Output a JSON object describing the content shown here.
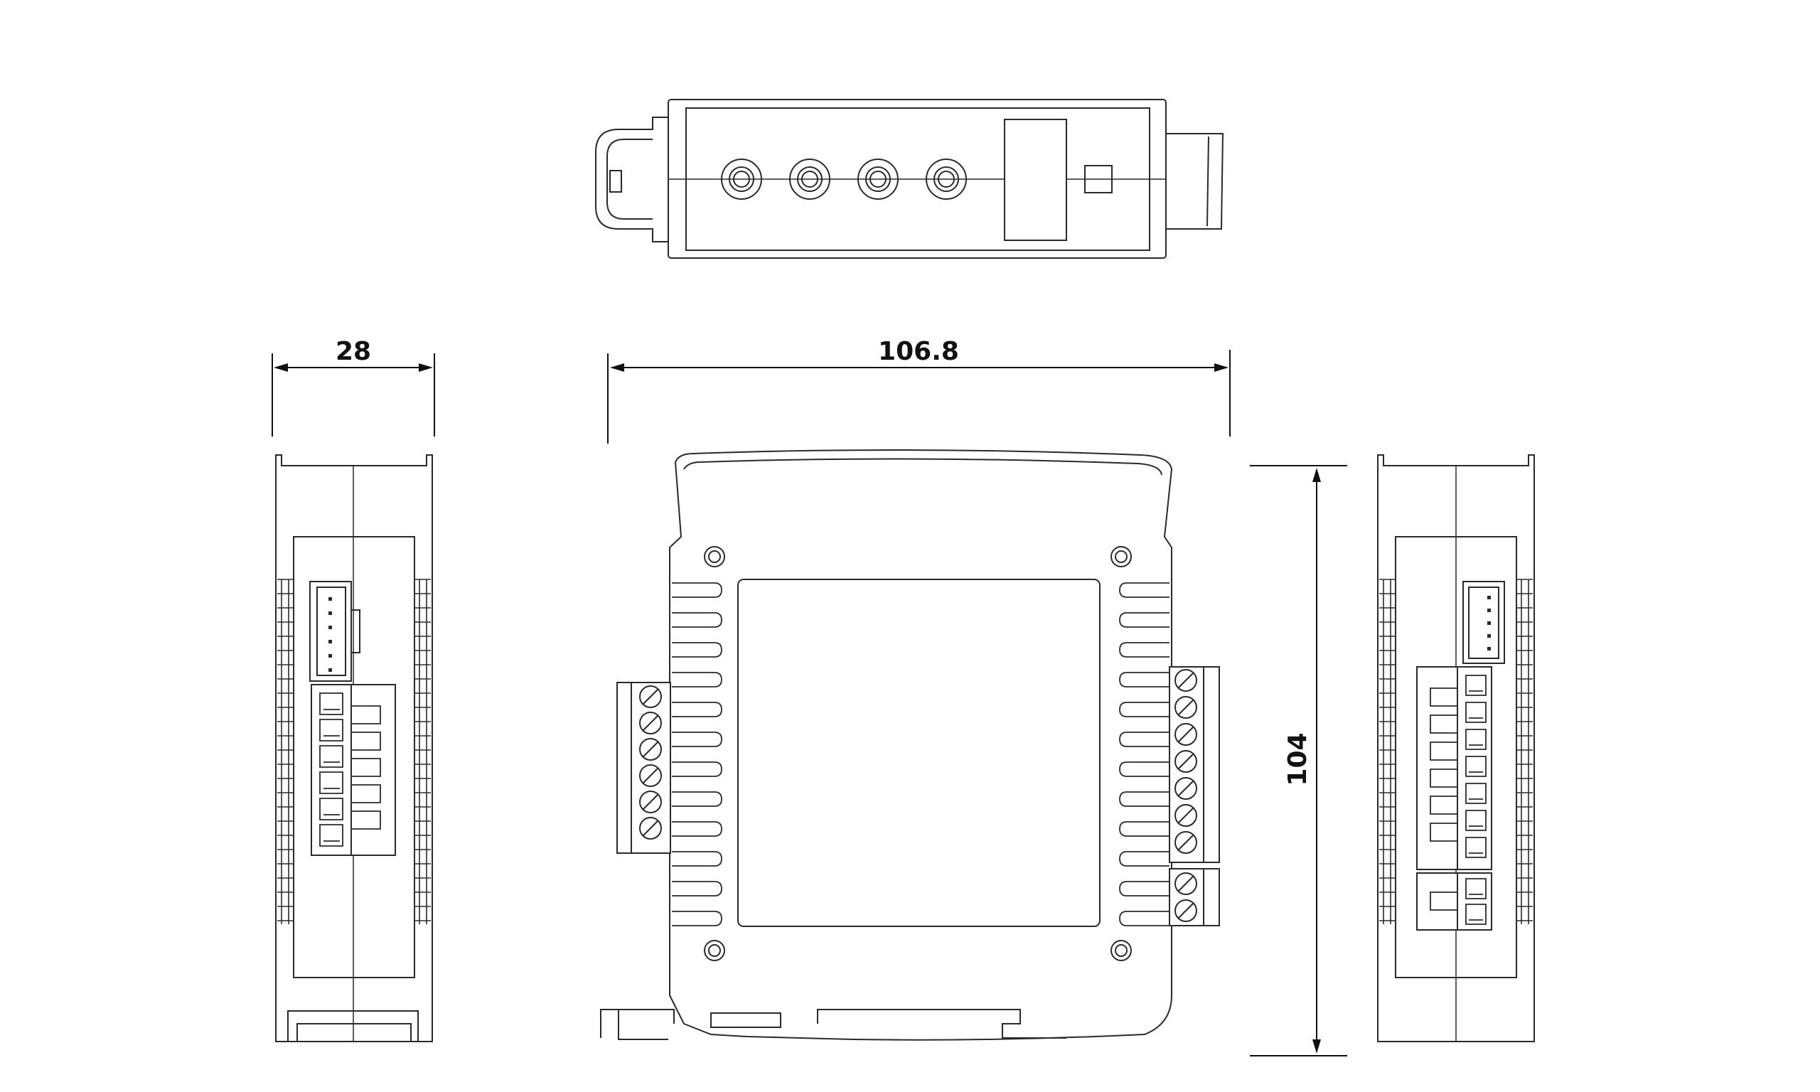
{
  "dimensions": {
    "depth": "28",
    "width": "106.8",
    "height": "104"
  },
  "colors": {
    "background": "#ffffff",
    "line": "#2a2a2a",
    "dimension": "#111111"
  },
  "views": [
    "top-view",
    "left-side-view",
    "front-view",
    "right-side-view"
  ]
}
